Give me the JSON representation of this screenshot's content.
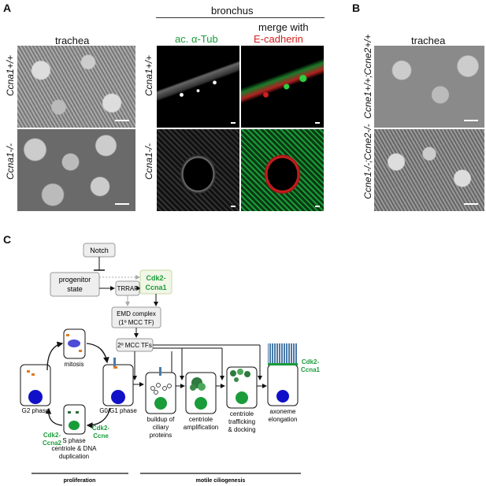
{
  "panels": {
    "A": {
      "letter": "A",
      "trachea_title": "trachea",
      "bronchus_title": "bronchus",
      "merge_title": "merge with",
      "col1_label": "ac. α-Tub",
      "col2_label": "E-cadherin",
      "row1_label": "Ccna1+/+",
      "row2_label": "Ccna1-/-",
      "color_green": "#1a9c3a",
      "color_red": "#d42020"
    },
    "B": {
      "letter": "B",
      "trachea_title": "trachea",
      "row1_label": "Ccne1+/+;Ccne2+/+",
      "row2_label": "Ccne1-/-;Ccne2-/-"
    },
    "C": {
      "letter": "C",
      "notch": "Notch",
      "progenitor_1": "progenitor",
      "progenitor_2": "state",
      "trrap": "TRRAP",
      "cdk2_ccna1_1": "Cdk2-",
      "cdk2_ccna1_2": "Ccna1",
      "emd_1": "EMD complex",
      "emd_2": "(1º MCC TF)",
      "mcc2": "2º MCC TFs",
      "mitosis": "mitosis",
      "g2": "G2 phase",
      "g0g1": "G0/G1 phase",
      "sphase_1": "S phase",
      "sphase_2": "centriole & DNA",
      "sphase_3": "duplication",
      "cdk2_ccne_1": "Cdk2-",
      "cdk2_ccne_2": "Ccne",
      "cdk2_ccna2_1": "Cdk2-",
      "cdk2_ccna2_2": "Ccna2",
      "buildup_1": "buildup of",
      "buildup_2": "ciliary",
      "buildup_3": "proteins",
      "amp_1": "centriole",
      "amp_2": "amplification",
      "traff_1": "centriole",
      "traff_2": "trafficking",
      "traff_3": "& docking",
      "axo_1": "axoneme",
      "axo_2": "elongation",
      "cdk2_ccna1b_1": "Cdk2-",
      "cdk2_ccna1b_2": "Ccna1",
      "proliferation": "proliferation",
      "motile": "motile ciliogenesis",
      "color_green": "#1a9c3a",
      "color_blue": "#1010c8"
    }
  }
}
